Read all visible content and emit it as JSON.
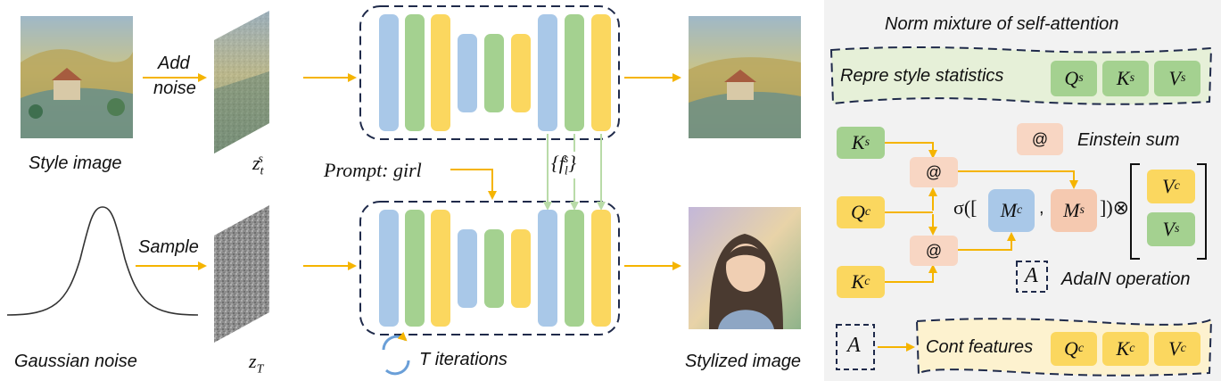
{
  "left": {
    "style_image_label": "Style image",
    "add_noise_label_1": "Add",
    "add_noise_label_2": "noise",
    "zts_base": "z",
    "zts_sub": "t",
    "zts_sup": "s",
    "prompt_label": "Prompt: girl",
    "features_label_base": "{f",
    "features_sub": "l",
    "features_sup": "s",
    "features_close": "}",
    "sample_label": "Sample",
    "gaussian_label": "Gaussian noise",
    "zT_base": "z",
    "zT_sub": "T",
    "iterations_label": "T iterations",
    "stylized_label": "Stylized image"
  },
  "right": {
    "title": "Norm mixture of self-attention",
    "repre_label": "Repre style statistics",
    "repre_boxes": [
      {
        "base": "Q",
        "sup": "s"
      },
      {
        "base": "K",
        "sup": "s"
      },
      {
        "base": "V",
        "sup": "s"
      }
    ],
    "einstein_symbol": "@",
    "einstein_label": "Einstein sum",
    "ks_base": "K",
    "ks_sup": "s",
    "qc_base": "Q",
    "qc_sup": "c",
    "kc_base": "K",
    "kc_sup": "c",
    "at_top": "@",
    "at_bottom": "@",
    "sigma_open": "σ([",
    "mc_base": "M",
    "mc_sup": "c",
    "comma": ",",
    "ms_base": "M",
    "ms_sup": "s",
    "sigma_close": "])⊗",
    "vc_base": "V",
    "vc_sup": "c",
    "vs_base": "V",
    "vs_sup": "s",
    "adain_symbol": "A",
    "adain_label": "AdaIN operation",
    "a_symbol": "A",
    "cont_label": "Cont features",
    "cont_boxes": [
      {
        "base": "Q",
        "sup": "c"
      },
      {
        "base": "K",
        "sup": "c"
      },
      {
        "base": "V",
        "sup": "c"
      }
    ]
  },
  "colors": {
    "arrow": "#f5b400",
    "dash_border": "#1f2a4a",
    "blue": "#a9c8e8",
    "green": "#a4d190",
    "yellow": "#fbd75f",
    "peach": "#f8d6c3",
    "repre_bg": "#e6f0d8",
    "cont_bg": "#fdf2cf",
    "feature_arrow": "#b9dba8"
  }
}
